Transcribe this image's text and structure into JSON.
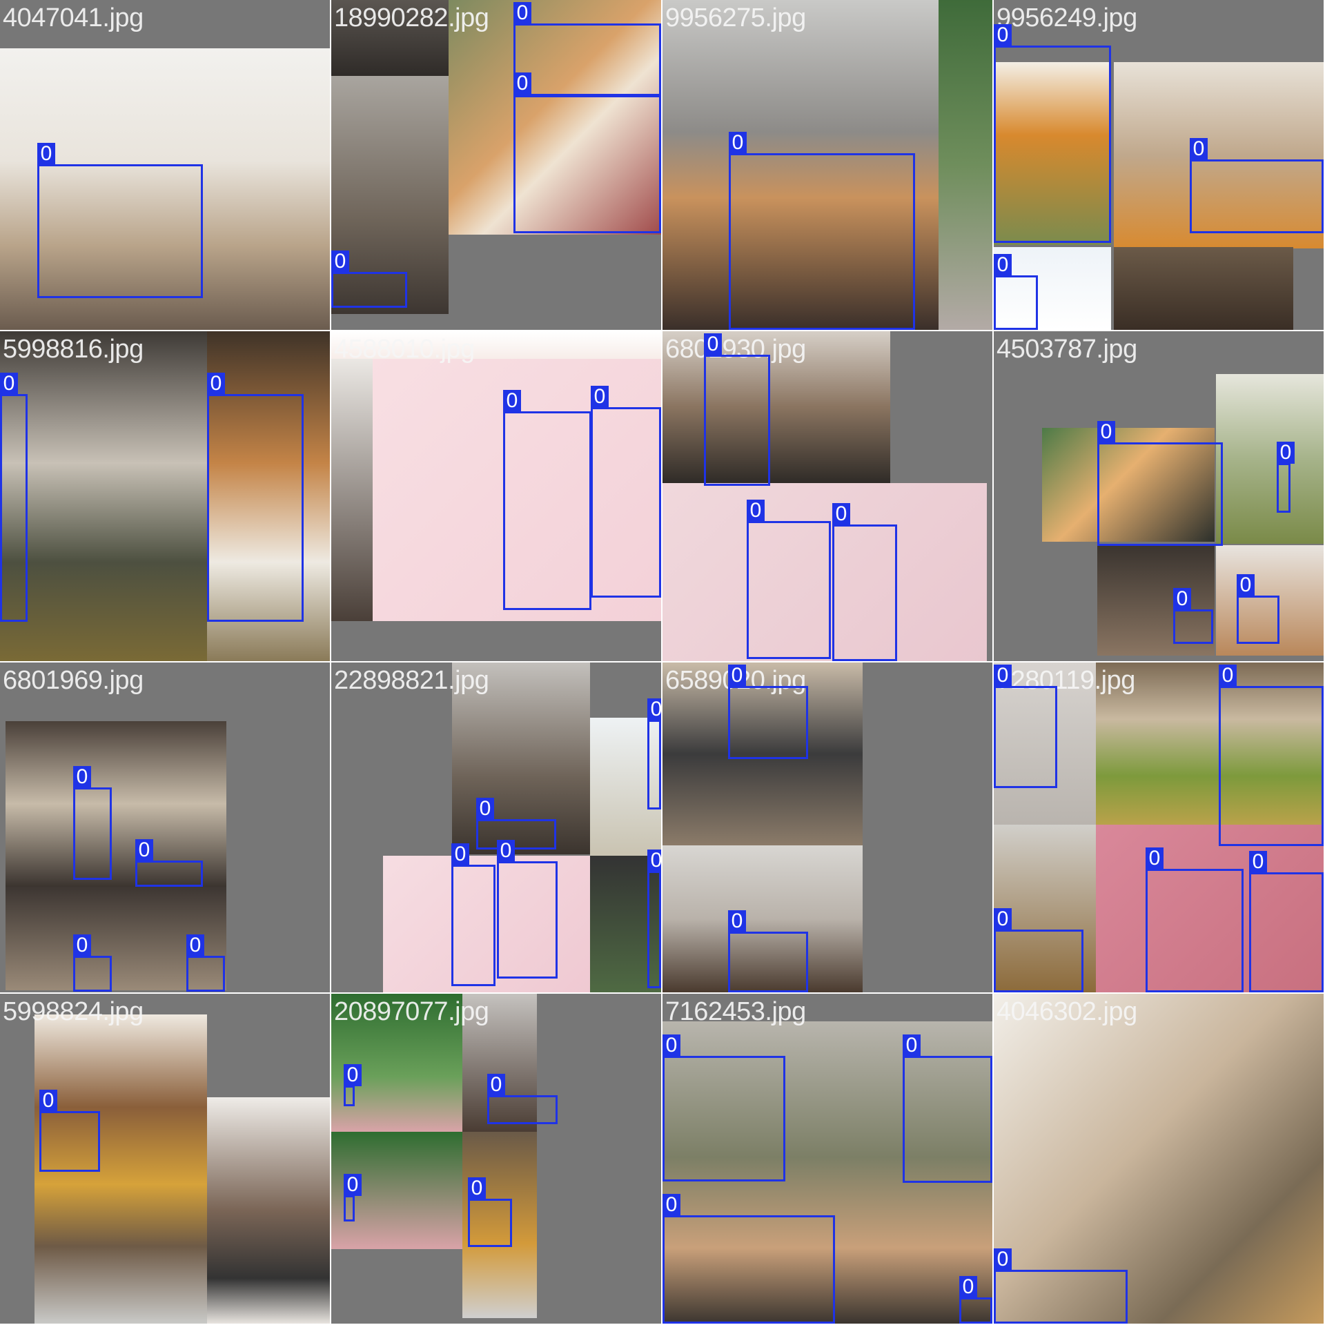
{
  "mosaic": {
    "box_color": "#1f33e6",
    "tiles": [
      {
        "filename": "4047041.jpg",
        "box_labels": [
          "0"
        ]
      },
      {
        "filename": "18990282.jpg",
        "box_labels": [
          "0",
          "0",
          "0"
        ]
      },
      {
        "filename": "9956275.jpg",
        "box_labels": [
          "0"
        ]
      },
      {
        "filename": "9956249.jpg",
        "box_labels": [
          "0",
          "0",
          "0"
        ]
      },
      {
        "filename": "5998816.jpg",
        "box_labels": [
          "0",
          "0"
        ]
      },
      {
        "filename": "4588010.jpg",
        "box_labels": [
          "0",
          "0"
        ]
      },
      {
        "filename": "6801930.jpg",
        "box_labels": [
          "0",
          "0",
          "0"
        ]
      },
      {
        "filename": "4503787.jpg",
        "box_labels": [
          "0",
          "0",
          "0",
          "0"
        ]
      },
      {
        "filename": "6801969.jpg",
        "box_labels": [
          "0",
          "0",
          "0",
          "0"
        ]
      },
      {
        "filename": "22898821.jpg",
        "box_labels": [
          "0",
          "0",
          "0",
          "0",
          "0"
        ]
      },
      {
        "filename": "6589020.jpg",
        "box_labels": [
          "0",
          "0"
        ]
      },
      {
        "filename": "7280119.jpg",
        "box_labels": [
          "0",
          "0",
          "0",
          "0",
          "0"
        ]
      },
      {
        "filename": "5998824.jpg",
        "box_labels": [
          "0"
        ]
      },
      {
        "filename": "20897077.jpg",
        "box_labels": [
          "0",
          "0",
          "0",
          "0"
        ]
      },
      {
        "filename": "7162453.jpg",
        "box_labels": [
          "0",
          "0",
          "0",
          "0"
        ]
      },
      {
        "filename": "4046302.jpg",
        "box_labels": [
          "0"
        ]
      }
    ]
  }
}
